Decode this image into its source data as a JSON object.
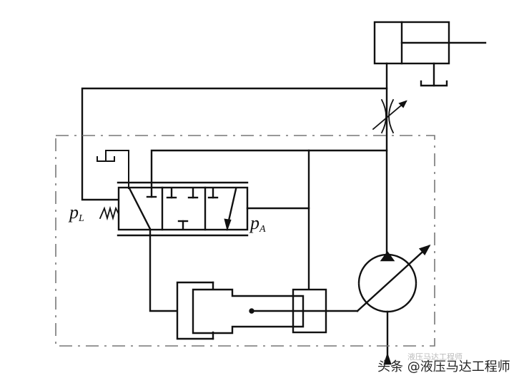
{
  "diagram": {
    "type": "hydraulic-schematic",
    "description": "Variable displacement pump with load-sensing / pressure compensator control valve, servo cylinder, throttle and actuator cylinder",
    "labels": {
      "load_pressure": {
        "main": "p",
        "sub": "L"
      },
      "pump_pressure": {
        "main": "p",
        "sub": "A"
      }
    },
    "components": [
      {
        "id": "actuator-cylinder",
        "label": ""
      },
      {
        "id": "adjustable-throttle",
        "label": ""
      },
      {
        "id": "control-valve-3-position",
        "label": ""
      },
      {
        "id": "spring",
        "label": ""
      },
      {
        "id": "servo-cylinder",
        "label": ""
      },
      {
        "id": "variable-displacement-pump",
        "label": ""
      },
      {
        "id": "tank",
        "label": ""
      }
    ],
    "colors": {
      "line": "#111111",
      "dash": "#777777",
      "background": "#ffffff"
    }
  },
  "watermark": {
    "text": "头条 @液压马达工程师",
    "faint_text": "液压马达工程师"
  }
}
